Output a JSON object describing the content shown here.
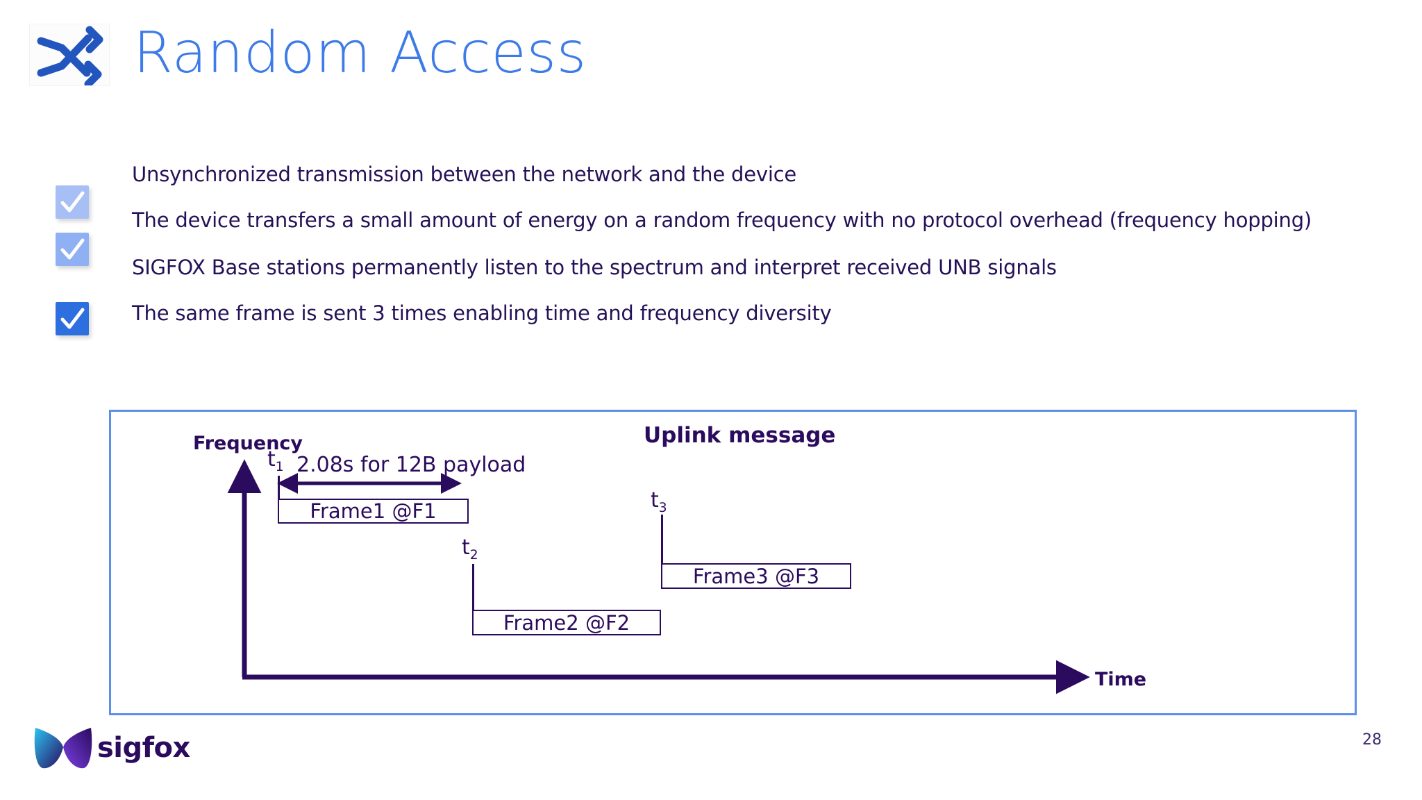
{
  "slide": {
    "title": "Random Access",
    "title_icon": "shuffle-icon",
    "page_number": "28",
    "brand_name": "sigfox",
    "colors": {
      "title_blue": "#3D7BE8",
      "body_purple": "#241157",
      "diagram_purple": "#2B0B5E",
      "frame_border_blue": "#5C8FE8",
      "check_light": "#A8BFF5",
      "check_mid": "#8FB0F2",
      "check_strong": "#3D7BE8"
    }
  },
  "bullets": [
    {
      "icon": "checkmark-icon",
      "text": "Unsynchronized transmission between the network and the device",
      "check_shown": false
    },
    {
      "icon": "checkmark-icon",
      "text": "The device transfers a small amount of energy on a random frequency with no protocol overhead (frequency hopping)",
      "check_shown": true
    },
    {
      "icon": "checkmark-icon",
      "text": "SIGFOX Base stations permanently listen to the spectrum and interpret received UNB signals",
      "check_shown": true
    },
    {
      "icon": "checkmark-icon",
      "text": "The same frame is sent 3 times enabling time and frequency diversity",
      "check_shown": true
    }
  ],
  "diagram": {
    "title": "Uplink message",
    "y_axis_label": "Frequency",
    "x_axis_label": "Time",
    "duration_label": "2.08s for 12B payload",
    "time_markers": [
      {
        "label": "t",
        "subscript": "1"
      },
      {
        "label": "t",
        "subscript": "2"
      },
      {
        "label": "t",
        "subscript": "3"
      }
    ],
    "frames": [
      {
        "label": "Frame1 @F1"
      },
      {
        "label": "Frame2 @F2"
      },
      {
        "label": "Frame3 @F3"
      }
    ]
  }
}
